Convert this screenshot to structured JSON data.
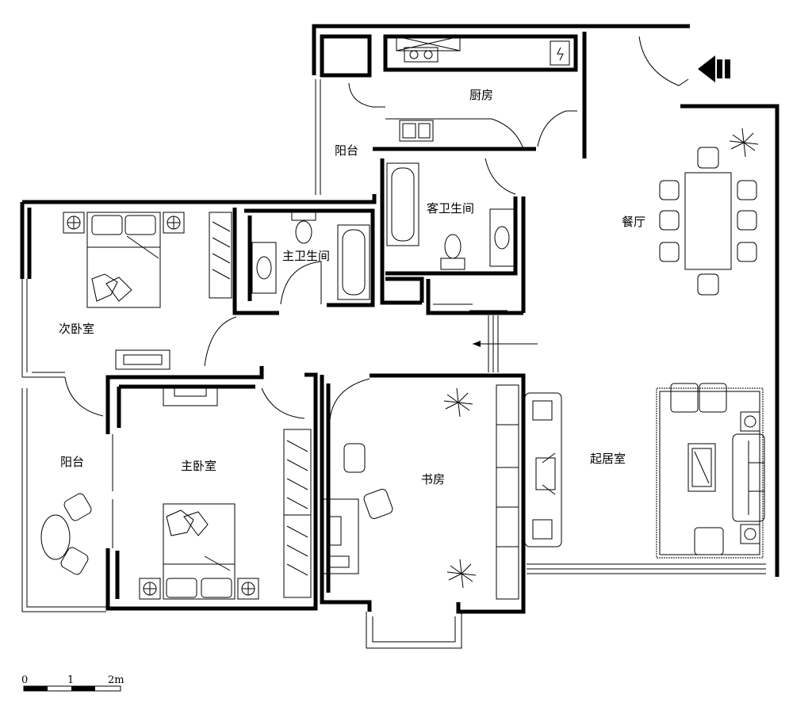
{
  "rooms": {
    "kitchen": "厨房",
    "balcony_north": "阳台",
    "guest_bath": "客卫生间",
    "master_bath": "主卫生间",
    "dining": "餐厅",
    "second_bedroom": "次卧室",
    "master_bedroom": "主卧室",
    "balcony_west": "阳台",
    "study": "书房",
    "living_room": "起居室"
  },
  "scale_bar": {
    "tick0": "0",
    "tick1": "1",
    "tick2": "2m"
  },
  "colors": {
    "line": "#000000",
    "background": "#ffffff"
  },
  "icons": [
    "entrance-arrow-icon",
    "plant-icon",
    "bed-icon",
    "toilet-icon",
    "bathtub-icon",
    "sink-icon",
    "stove-icon",
    "chair-icon",
    "sofa-icon",
    "tv-icon",
    "wardrobe-icon",
    "door-swing-icon"
  ]
}
